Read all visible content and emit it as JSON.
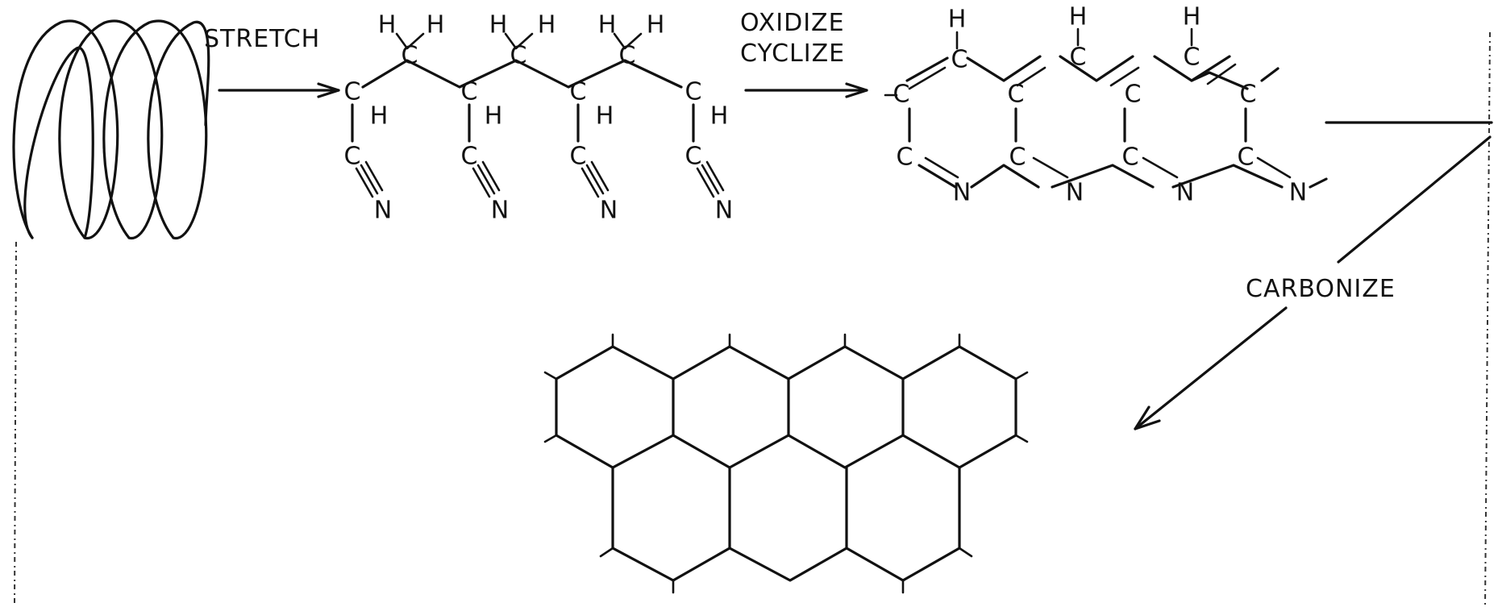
{
  "labels": {
    "stretch": "STRETCH",
    "oxidize": "OXIDIZE",
    "cyclize": "CYCLIZE",
    "carbonize": "CARBONIZE"
  },
  "atoms": {
    "carbon": "C",
    "hydrogen": "H",
    "nitrogen": "N"
  },
  "colors": {
    "ink": "#111111",
    "paper": "#ffffff"
  }
}
